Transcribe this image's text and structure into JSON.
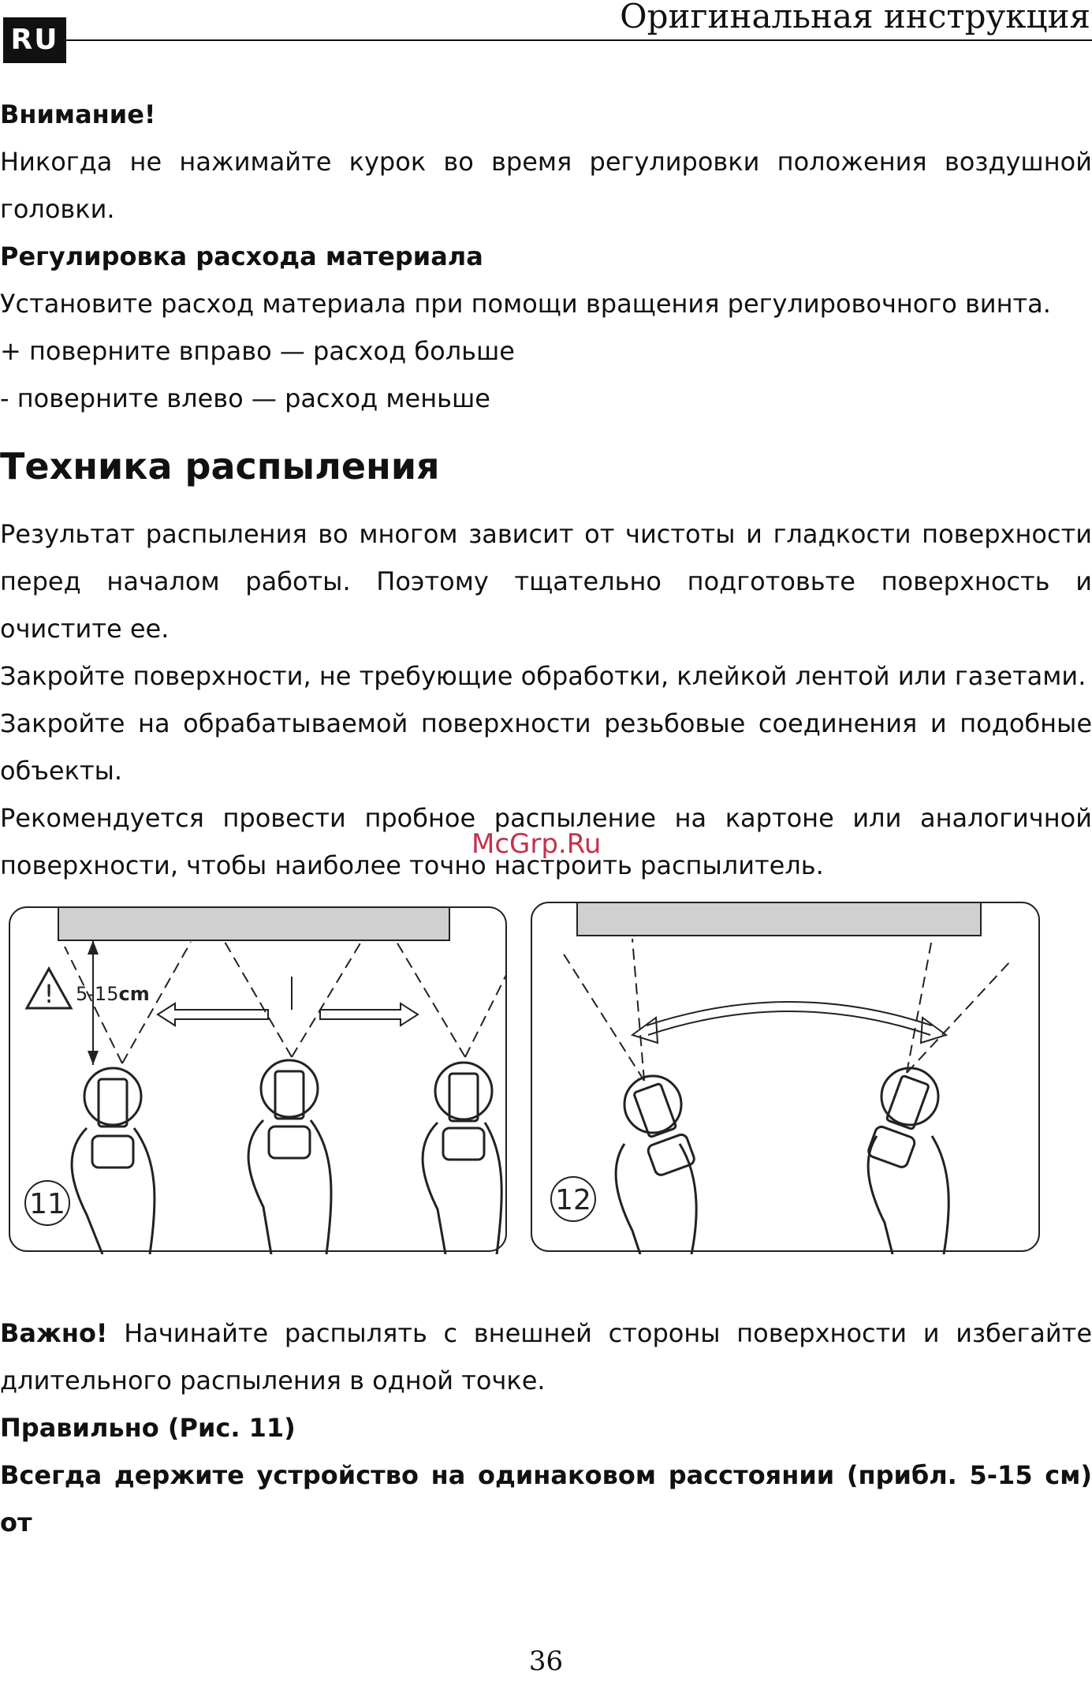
{
  "header": {
    "lang": "RU",
    "title": "Оригинальная инструкция"
  },
  "sections": {
    "attention_title": "Внимание!",
    "attention_text": "Никогда не нажимайте курок во время регулировки положения воздушной головки.",
    "flow_title": "Регулировка расхода материала",
    "flow_text": "Установите расход материала при помощи вращения регулировочного винта.",
    "flow_plus": "+ поверните вправо — расход больше",
    "flow_minus": "- поверните влево — расход меньше",
    "technique_heading": "Техника распыления",
    "technique_p1": "Результат распыления во многом зависит от чистоты и гладкости поверхности перед началом работы. Поэтому тщательно подготовьте поверхность и очистите ее.",
    "technique_p2": "Закройте поверхности, не требующие обработки, клейкой лентой или газетами.",
    "technique_p3": "Закройте на обрабатываемой поверхности резьбовые соединения и подобные объекты.",
    "technique_p4": "Рекомендуется провести пробное распыление на картоне или аналогичной поверхности, чтобы наиболее точно настроить распылитель."
  },
  "watermark": "McGrp.Ru",
  "figures": {
    "fig11": {
      "number": "11",
      "distance_label": "5-15",
      "distance_unit": "cm"
    },
    "fig12": {
      "number": "12"
    }
  },
  "bottom": {
    "important_label": "Важно!",
    "important_text": " Начинайте распылять с внешней стороны поверхности и избегайте длительного распыления в одной точке.",
    "correct_title": "Правильно (Рис. 11)",
    "correct_text": "Всегда держите устройство на одинаковом расстоянии (прибл. 5-15 см) от"
  },
  "page_number": "36"
}
